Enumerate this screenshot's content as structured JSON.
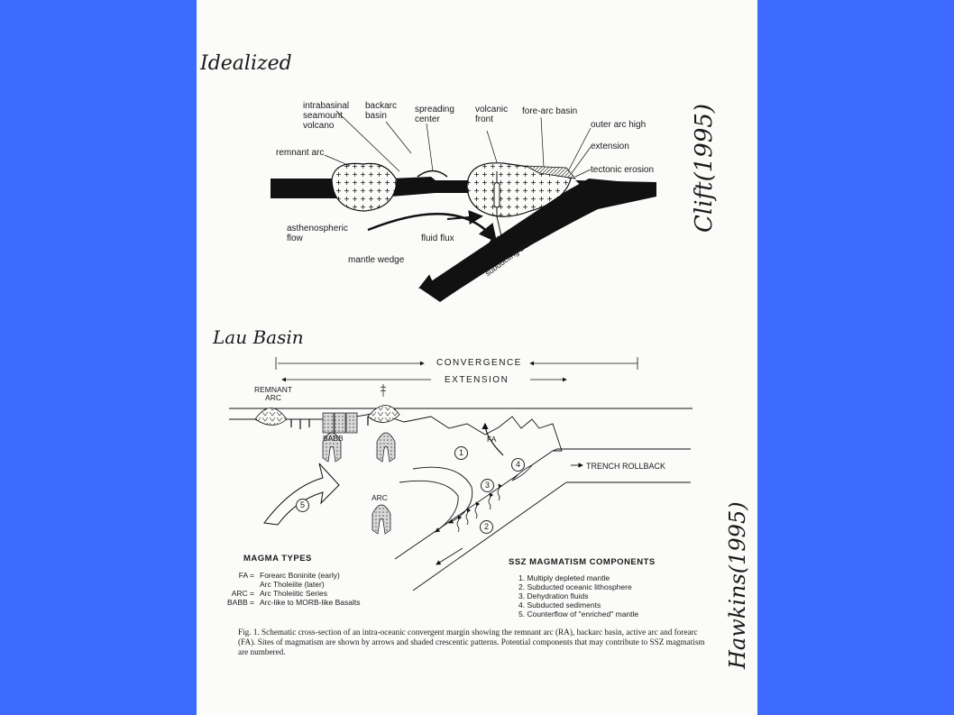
{
  "top": {
    "handwritten_title": "Idealized",
    "labels": {
      "intrabasinal": "intrabasinal\nseamount\nvolcano",
      "backarc": "backarc\nbasin",
      "spreading": "spreading\ncenter",
      "volcanic": "volcanic\nfront",
      "forearc": "fore-arc basin",
      "outer_arc": "outer arc high",
      "extension": "extension",
      "tectonic": "tectonic erosion",
      "remnant": "remnant arc",
      "astheno": "asthenospheric\nflow",
      "fluid": "fluid flux",
      "mantle": "mantle wedge",
      "slab": "subducting slab"
    },
    "side_note": "Clift(1995)"
  },
  "bottom": {
    "handwritten_title": "Lau Basin",
    "convergence": "CONVERGENCE",
    "extension": "EXTENSION",
    "remnant_arc": "REMNANT\nARC",
    "babb": "BABB",
    "fa": "FA",
    "arc": "ARC",
    "trench": "TRENCH ROLLBACK",
    "numbers": [
      "1",
      "2",
      "3",
      "4",
      "5"
    ],
    "side_note": "Hawkins(1995)"
  },
  "magma": {
    "title": "MAGMA TYPES",
    "rows": [
      {
        "key": "FA =",
        "val": "Forearc Boninite (early)"
      },
      {
        "key": "",
        "val": "Arc Tholeiite (later)"
      },
      {
        "key": "ARC =",
        "val": "Arc Tholeiitic Series"
      },
      {
        "key": "BABB =",
        "val": "Arc-like to MORB-like Basalts"
      }
    ]
  },
  "ssz": {
    "title": "SSZ MAGMATISM COMPONENTS",
    "items": [
      "1. Multiply depleted mantle",
      "2. Subducted oceanic lithosphere",
      "3. Dehydration fluids",
      "4. Subducted sediments",
      "5. Counterflow of \"enriched\" mantle"
    ]
  },
  "caption": "Fig. 1. Schematic cross-section of an intra-oceanic convergent margin showing the remnant arc (RA), backarc basin, active arc and forearc (FA). Sites of magmatism are shown by arrows and shaded crescentic patterns. Potential components that may contribute to SSZ magmatism are numbered.",
  "colors": {
    "background": "#3e6bff",
    "paper": "#fbfbfa",
    "ink": "#1a1a1a"
  }
}
